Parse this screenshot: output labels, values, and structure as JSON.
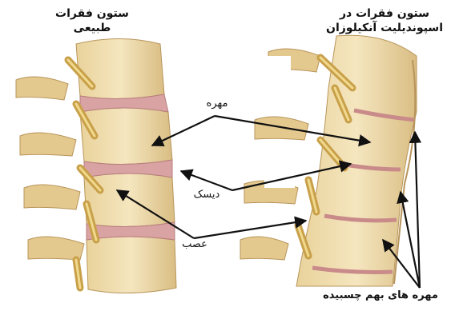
{
  "left_title": {
    "line1": "ستون فقرات",
    "line2": "طبیعی"
  },
  "right_title": {
    "line1": "ستون فقرات  در",
    "line2": "اسپوندیلیت آنکیلوزان"
  },
  "labels": {
    "vertebra": "مهره",
    "disc": "دیسک",
    "nerve": "عصب",
    "fused": "مهره های بهم چسبیده"
  },
  "colors": {
    "bone": "#efdcaa",
    "bone_dark": "#c9a86a",
    "disc": "#d9a3a3",
    "nerve": "#e8c770",
    "arrow": "#111111"
  }
}
